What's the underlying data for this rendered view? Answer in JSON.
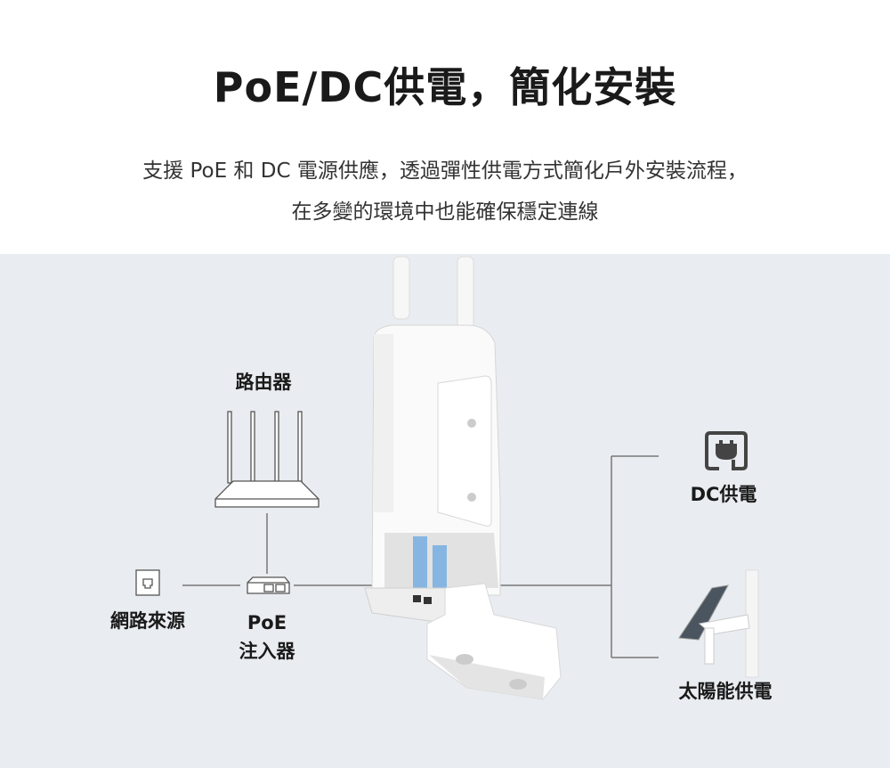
{
  "header": {
    "title": "PoE/DC供電，簡化安裝",
    "subtitle_line1": "支援 PoE 和 DC 電源供應，透過彈性供電方式簡化戶外安裝流程，",
    "subtitle_line2": "在多變的環境中也能確保穩定連線"
  },
  "diagram": {
    "router_label": "路由器",
    "network_source_label": "網路來源",
    "poe_injector_label_1": "PoE",
    "poe_injector_label_2": "注入器",
    "dc_power_label": "DC供電",
    "solar_power_label": "太陽能供電",
    "icons": [
      "router-icon",
      "ethernet-wall-jack-icon",
      "poe-injector-icon",
      "dc-plug-icon",
      "solar-panel-icon",
      "outdoor-access-point"
    ],
    "port_highlight_color": "#3b8fe0"
  }
}
